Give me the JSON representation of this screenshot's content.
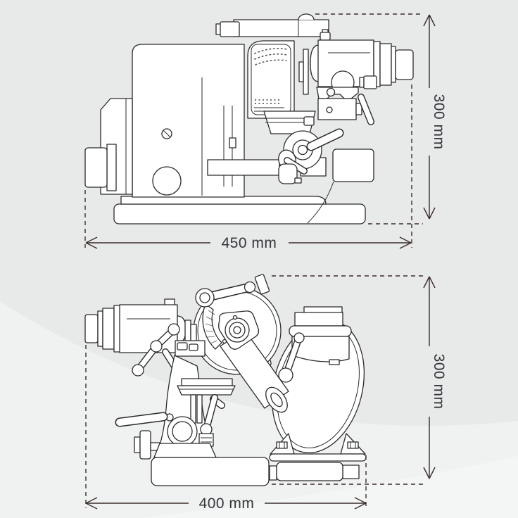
{
  "diagram": {
    "name": "machine dimension diagram",
    "colors": {
      "background": "#e8e9e9",
      "swoosh": "#f0f1f1",
      "swoosh_bright": "#f4f5f5",
      "line": "#2b2b2b",
      "dimension_line": "#3a2f2c",
      "label_text": "#33363b"
    },
    "views": [
      {
        "name": "side view",
        "width_label": "450 mm",
        "height_label": "300 mm"
      },
      {
        "name": "front view",
        "width_label": "400 mm",
        "height_label": "300 mm"
      }
    ]
  }
}
